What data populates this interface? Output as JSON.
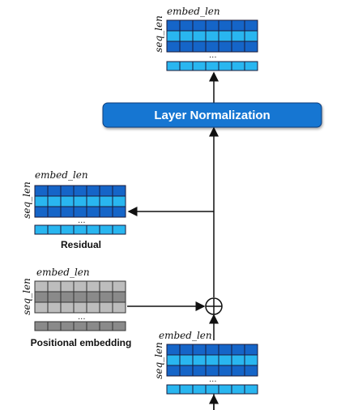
{
  "top_matrix": {
    "col_label": "embed_len",
    "row_label": "seq_len",
    "ellipsis": "..."
  },
  "layer_norm": {
    "label": "Layer Normalization"
  },
  "residual": {
    "col_label": "embed_len",
    "row_label": "seq_len",
    "ellipsis": "...",
    "caption": "Residual"
  },
  "positional": {
    "col_label": "embed_len",
    "row_label": "seq_len",
    "ellipsis": "...",
    "caption": "Positional embedding"
  },
  "input_matrix": {
    "col_label": "embed_len",
    "row_label": "seq_len",
    "ellipsis": "..."
  },
  "colors": {
    "dark_blue": "#1565C8",
    "light_blue": "#29B6F0",
    "dark_gray": "#8A8A8A",
    "light_gray": "#BDBDBD",
    "cell_border": "#1a1a3a",
    "layer_norm_fill": "#1976D2"
  }
}
